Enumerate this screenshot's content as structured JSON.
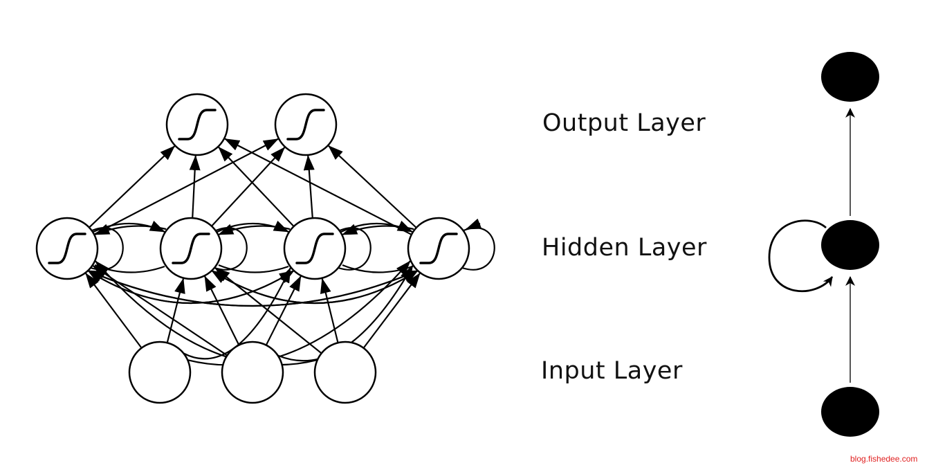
{
  "diagram": {
    "title": "Recurrent Neural Network: unfolded vs. compact view",
    "layer_labels": {
      "output": "Output Layer",
      "hidden": "Hidden Layer",
      "input": "Input Layer"
    },
    "expanded_network": {
      "input_nodes": 3,
      "hidden_nodes": 4,
      "output_nodes": 2,
      "hidden_activation_icon": "sigmoid-icon",
      "output_activation_icon": "sigmoid-icon",
      "connections": {
        "input_to_hidden": "fully-connected",
        "hidden_to_output": "fully-connected",
        "hidden_to_hidden": "fully-connected recurrent with self-loops"
      }
    },
    "compact_network": {
      "nodes": [
        "output",
        "hidden",
        "input"
      ],
      "hidden_self_loop": true
    }
  },
  "colors": {
    "stroke": "#000000",
    "node_fill_compact": "#000000",
    "watermark": "#e02020"
  },
  "watermark": "blog.fishedee.com"
}
